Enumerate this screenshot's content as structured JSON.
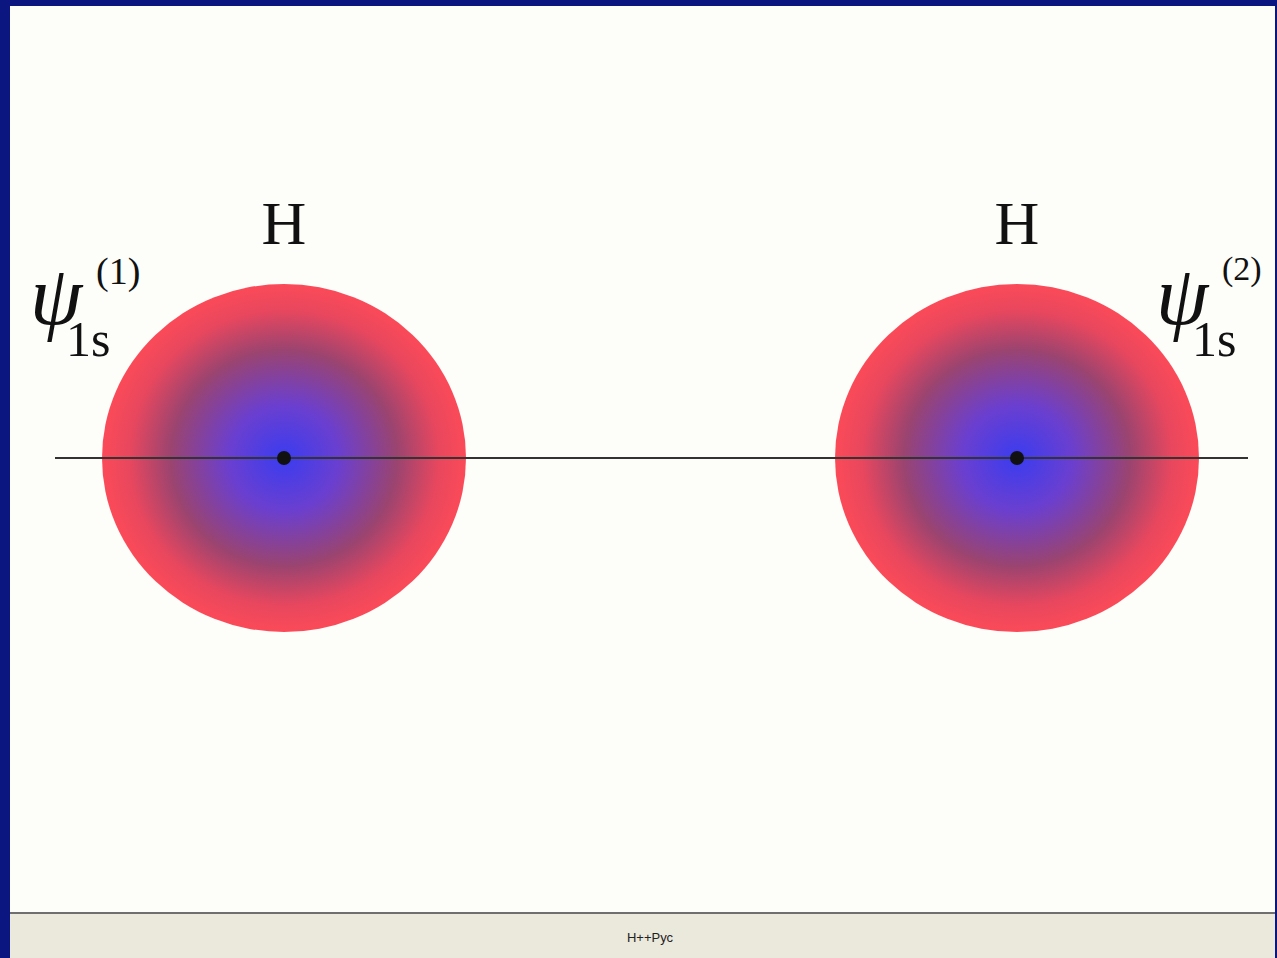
{
  "diagram": {
    "nodes": [
      {
        "text": [
          "H"
        ]
      },
      {
        "text": [
          "H"
        ]
      }
    ],
    "edges": [
      {
        "from": 0,
        "to": 1,
        "arrow": "none"
      }
    ],
    "labels": [
      "ψ",
      "(1)",
      "1s",
      "ψ",
      "(2)",
      "1s",
      "H++Рус"
    ]
  }
}
